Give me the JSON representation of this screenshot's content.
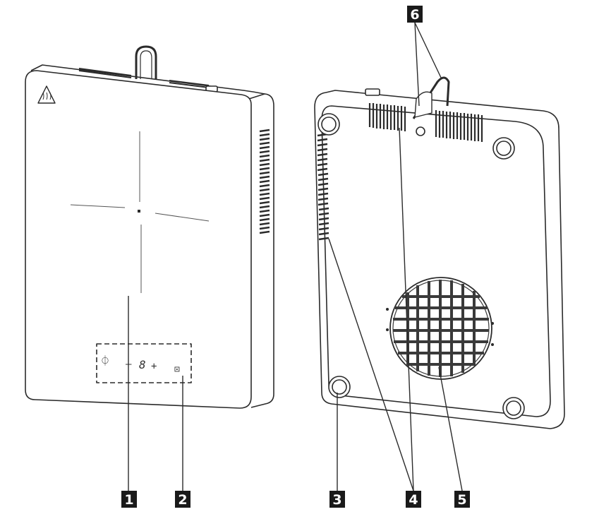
{
  "callouts": [
    {
      "number": "1",
      "part": "cooking-zone"
    },
    {
      "number": "2",
      "part": "control-panel"
    },
    {
      "number": "3",
      "part": "foot"
    },
    {
      "number": "4",
      "part": "ventilation-slots"
    },
    {
      "number": "5",
      "part": "fan-grille"
    },
    {
      "number": "6",
      "part": "hanging-loop"
    }
  ],
  "control_panel": {
    "power_symbol": "⏀",
    "minus": "–",
    "display": "8",
    "plus": "+",
    "timer_symbol": "⊡"
  },
  "icons": {
    "hot_surface": "hot-surface-warning-icon"
  },
  "colors": {
    "outline": "#2b2b2b",
    "label_bg": "#1a1a1a",
    "label_text": "#ffffff",
    "fan_grille": "#3a3a3a"
  }
}
